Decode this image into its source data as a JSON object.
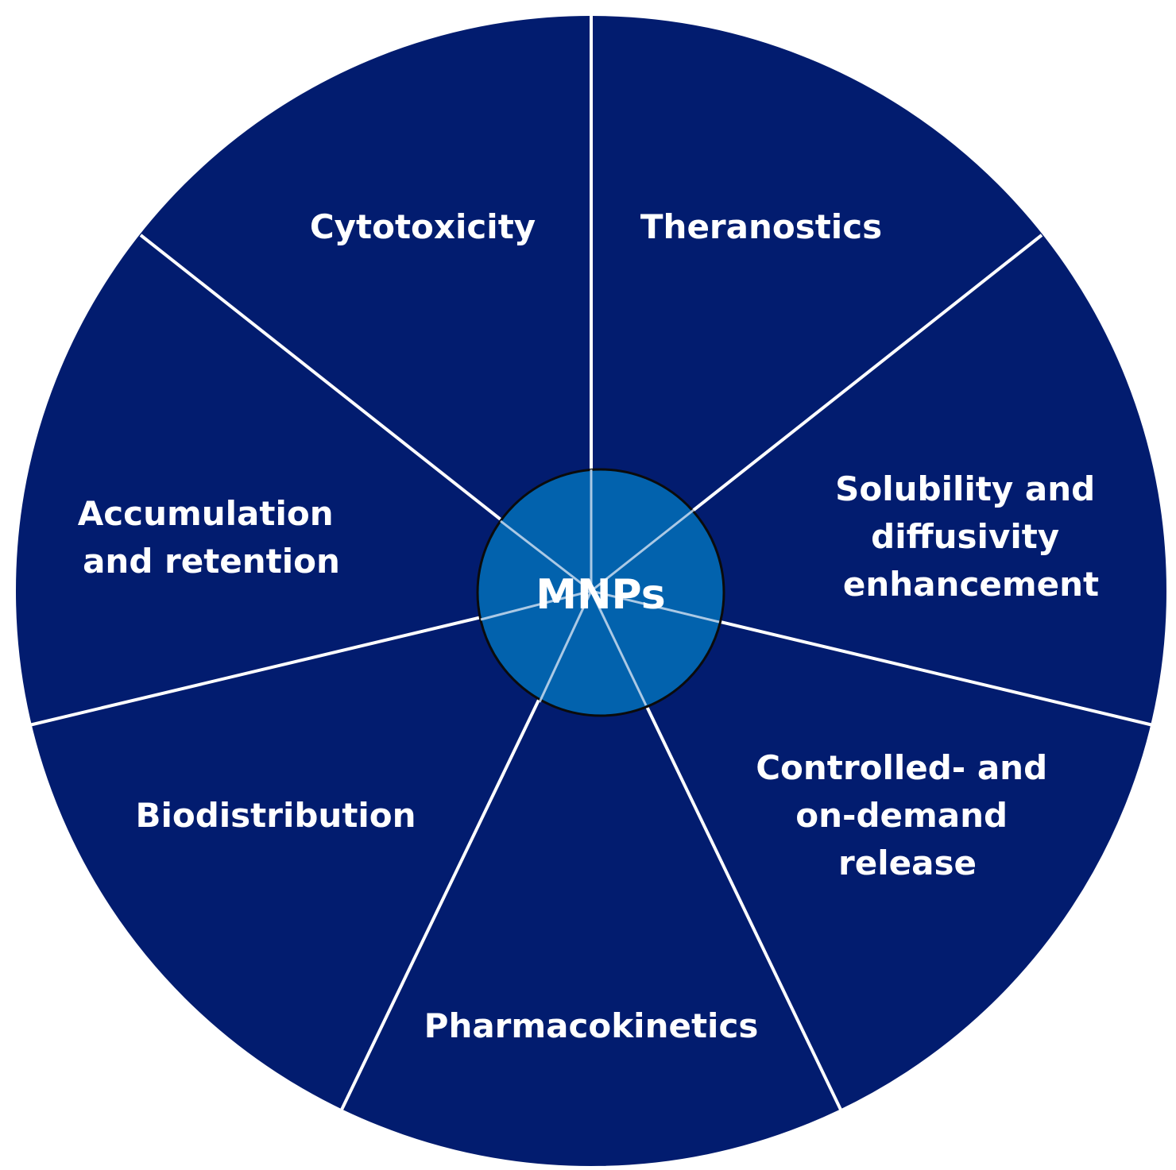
{
  "diagram": {
    "type": "hub-and-spoke wheel",
    "colors": {
      "segment": "#021c6f",
      "hub": "#0262ad",
      "divider": "#ffffff",
      "text": "#ffffff"
    },
    "center": {
      "label": "MNPs"
    },
    "segments": [
      {
        "id": "cytotoxicity",
        "lines": [
          "Cytotoxicity"
        ]
      },
      {
        "id": "theranostics",
        "lines": [
          "Theranostics"
        ]
      },
      {
        "id": "solubility",
        "lines": [
          "Solubility and",
          "diffusivity",
          "enhancement"
        ]
      },
      {
        "id": "controlled-release",
        "lines": [
          "Controlled- and",
          "on-demand",
          "release"
        ]
      },
      {
        "id": "pharmacokinetics",
        "lines": [
          "Pharmacokinetics"
        ]
      },
      {
        "id": "biodistribution",
        "lines": [
          "Biodistribution"
        ]
      },
      {
        "id": "accumulation",
        "lines": [
          "Accumulation",
          "and retention"
        ]
      }
    ]
  }
}
